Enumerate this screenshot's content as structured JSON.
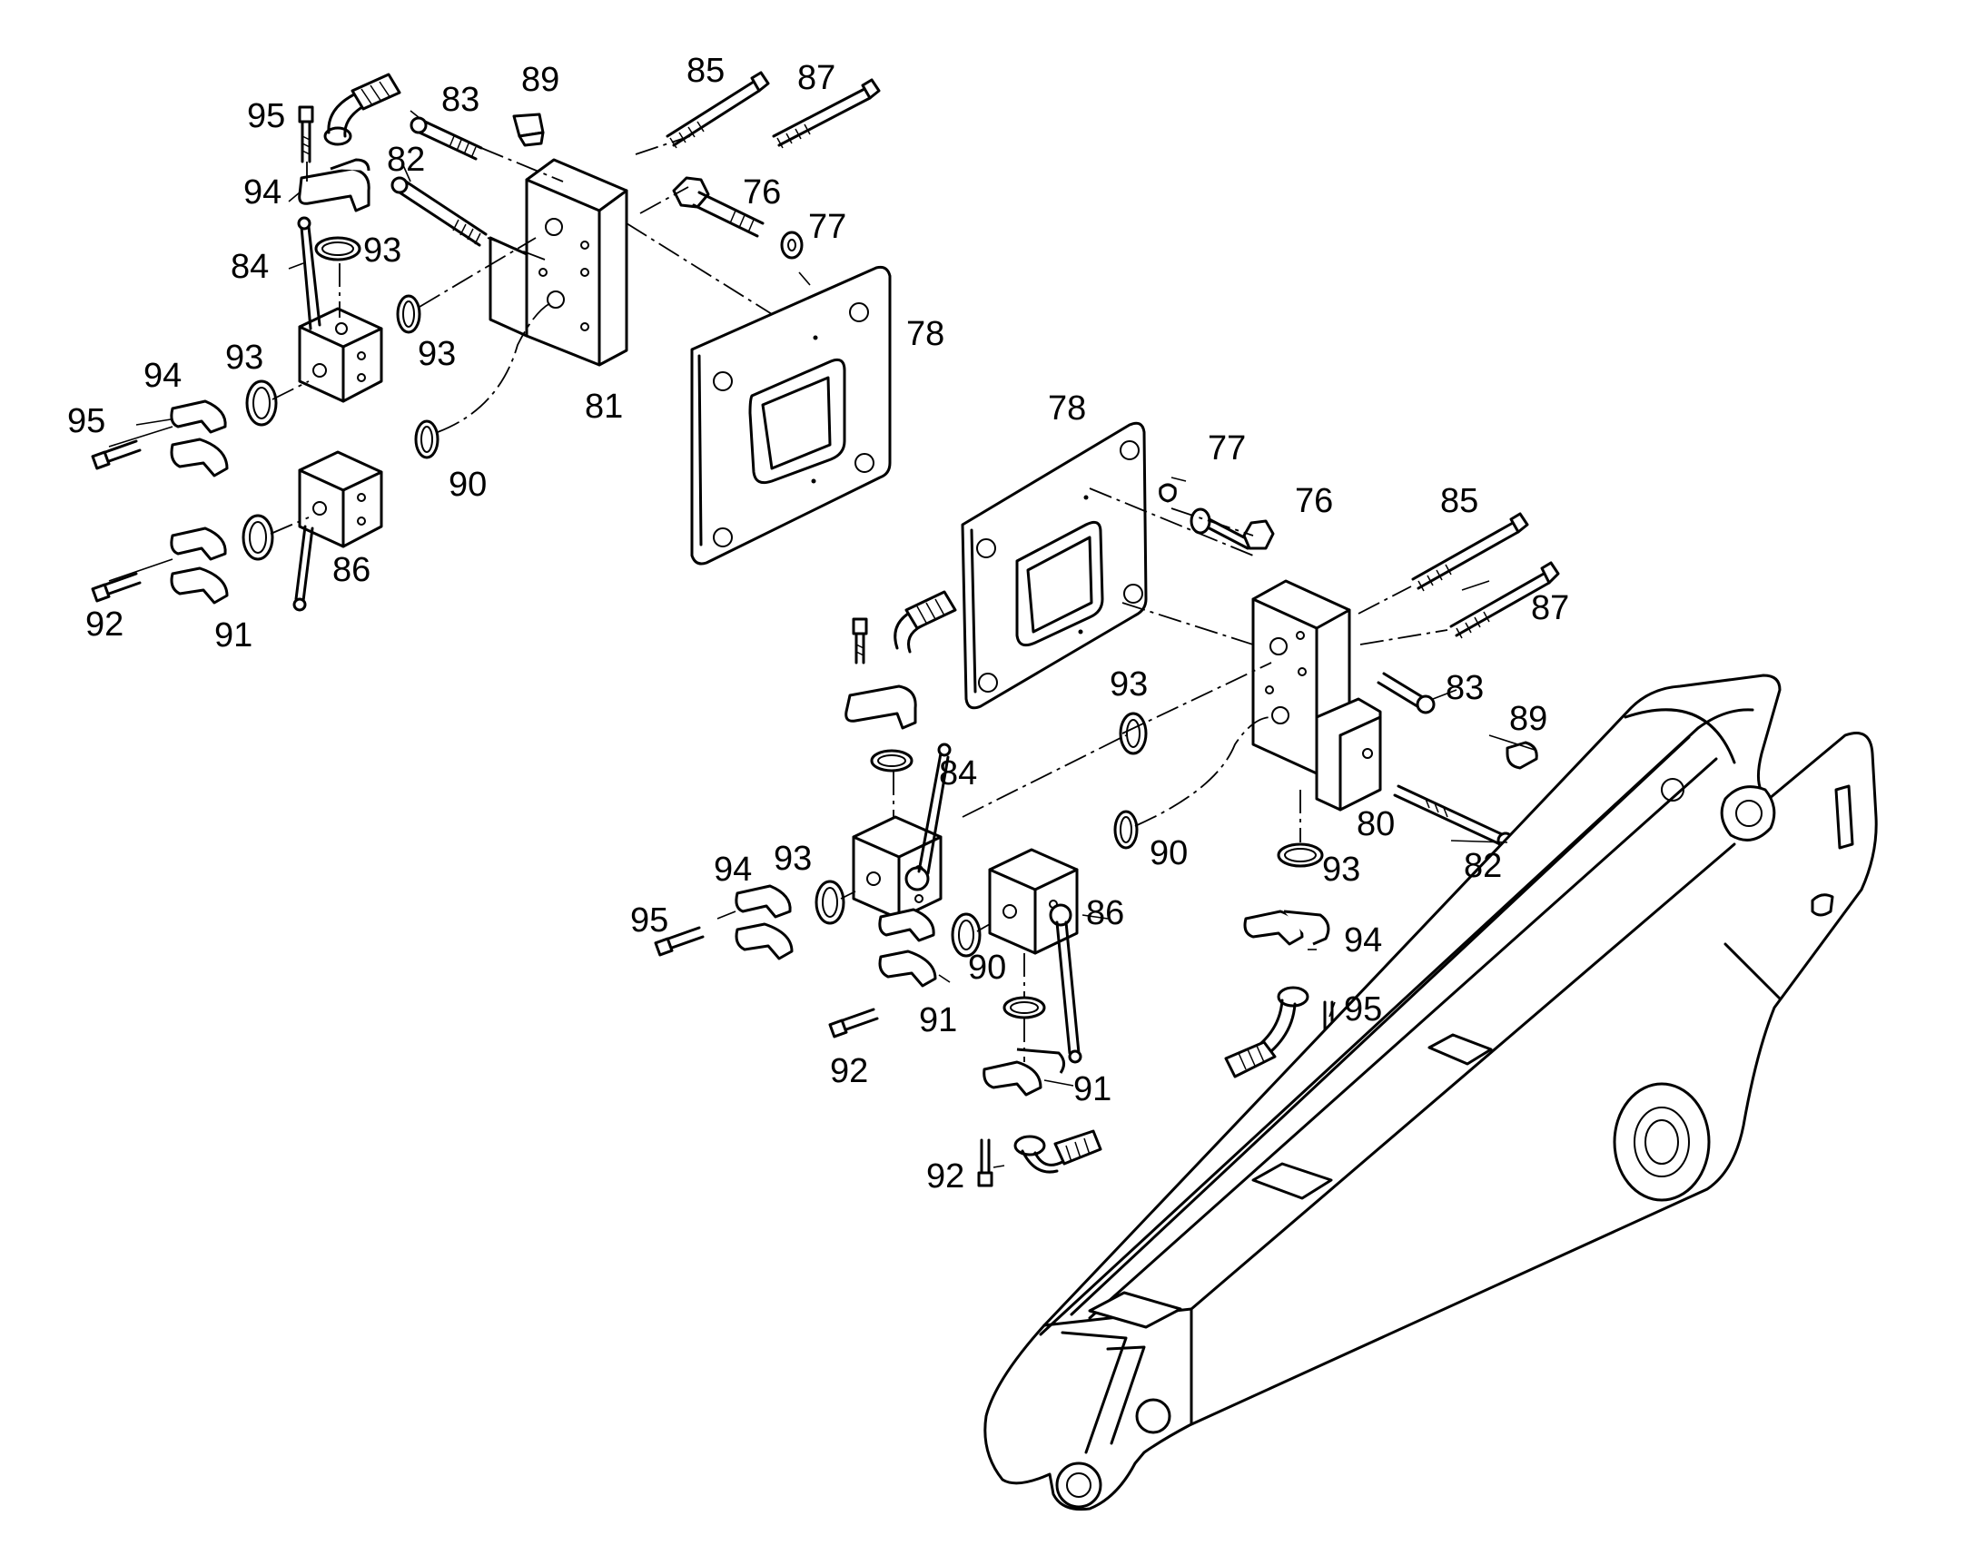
{
  "diagram": {
    "callouts": {
      "c95a": "95",
      "c94a": "94",
      "c84a": "84",
      "c93a": "93",
      "c93b": "93",
      "c93c": "93",
      "c83a": "83",
      "c82a": "82",
      "c89a": "89",
      "c85a": "85",
      "c87a": "87",
      "c76a": "76",
      "c77a": "77",
      "c78a": "78",
      "c81": "81",
      "c94b": "94",
      "c95b": "95",
      "c90a": "90",
      "c86a": "86",
      "c92a": "92",
      "c91a": "91",
      "c78b": "78",
      "c77b": "77",
      "c76b": "76",
      "c85b": "85",
      "c87b": "87",
      "c83b": "83",
      "c89b": "89",
      "c93d": "93",
      "c84b": "84",
      "c90b": "90",
      "c80": "80",
      "c93e": "93",
      "c82b": "82",
      "c94c": "94",
      "c93f": "93",
      "c95c": "95",
      "c86b": "86",
      "c90c": "90",
      "c91b": "91",
      "c92b": "92",
      "c94d": "94",
      "c95d": "95",
      "c91c": "91",
      "c92c": "92"
    }
  }
}
